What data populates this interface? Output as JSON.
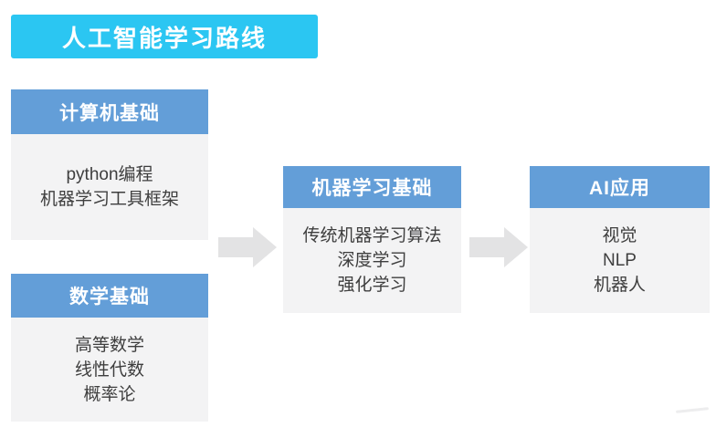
{
  "title": {
    "text": "人工智能学习路线"
  },
  "colors": {
    "title_bg": "#2bc6f2",
    "header_bg": "#639ed8",
    "body_bg": "#f3f3f4",
    "arrow": "#e3e3e4",
    "body_text": "#3e3e3e",
    "header_text": "#ffffff",
    "page_bg": "#ffffff"
  },
  "boxes": [
    {
      "id": "computer-basics",
      "header": "计算机基础",
      "items": [
        "python编程",
        "机器学习工具框架"
      ]
    },
    {
      "id": "math-basics",
      "header": "数学基础",
      "items": [
        "高等数学",
        "线性代数",
        "概率论"
      ]
    },
    {
      "id": "ml-basics",
      "header": "机器学习基础",
      "items": [
        "传统机器学习算法",
        "深度学习",
        "强化学习"
      ]
    },
    {
      "id": "ai-applications",
      "header": "AI应用",
      "items": [
        "视觉",
        "NLP",
        "机器人"
      ]
    }
  ],
  "arrows": [
    {
      "direction": "right"
    },
    {
      "direction": "right"
    }
  ]
}
